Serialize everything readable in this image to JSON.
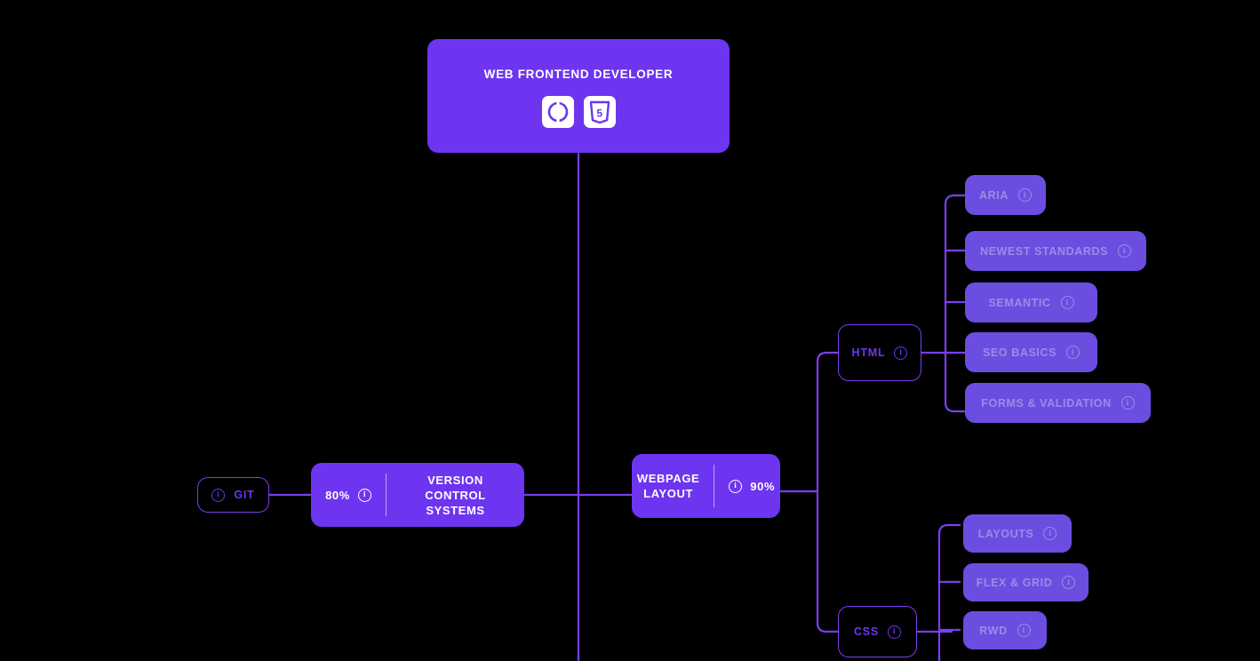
{
  "theme": {
    "background": "#000000",
    "accent": "#6d35f0",
    "leaf_fill": "#6b4de0",
    "leaf_text": "#9e8ae8",
    "wire": "#7b3df2",
    "white": "#ffffff"
  },
  "root": {
    "title": "WEB FRONTEND DEVELOPER",
    "icons": [
      {
        "name": "css-brackets-icon",
        "label": "()"
      },
      {
        "name": "html5-shield-icon",
        "label": "5"
      }
    ]
  },
  "nodes": {
    "git": {
      "label": "GIT",
      "info": "i"
    },
    "version_control": {
      "percent": "80%",
      "label": "VERSION CONTROL SYSTEMS",
      "info": "i"
    },
    "webpage_layout": {
      "label": "WEBPAGE LAYOUT",
      "percent": "90%",
      "info": "i"
    },
    "html": {
      "label": "HTML",
      "info": "i"
    },
    "css": {
      "label": "CSS",
      "info": "i"
    }
  },
  "html_children": [
    {
      "label": "ARIA",
      "info": "i"
    },
    {
      "label": "NEWEST STANDARDS",
      "info": "i"
    },
    {
      "label": "SEMANTIC",
      "info": "i"
    },
    {
      "label": "SEO BASICS",
      "info": "i"
    },
    {
      "label": "FORMS & VALIDATION",
      "info": "i"
    }
  ],
  "css_children": [
    {
      "label": "LAYOUTS",
      "info": "i"
    },
    {
      "label": "FLEX & GRID",
      "info": "i"
    },
    {
      "label": "RWD",
      "info": "i"
    }
  ]
}
